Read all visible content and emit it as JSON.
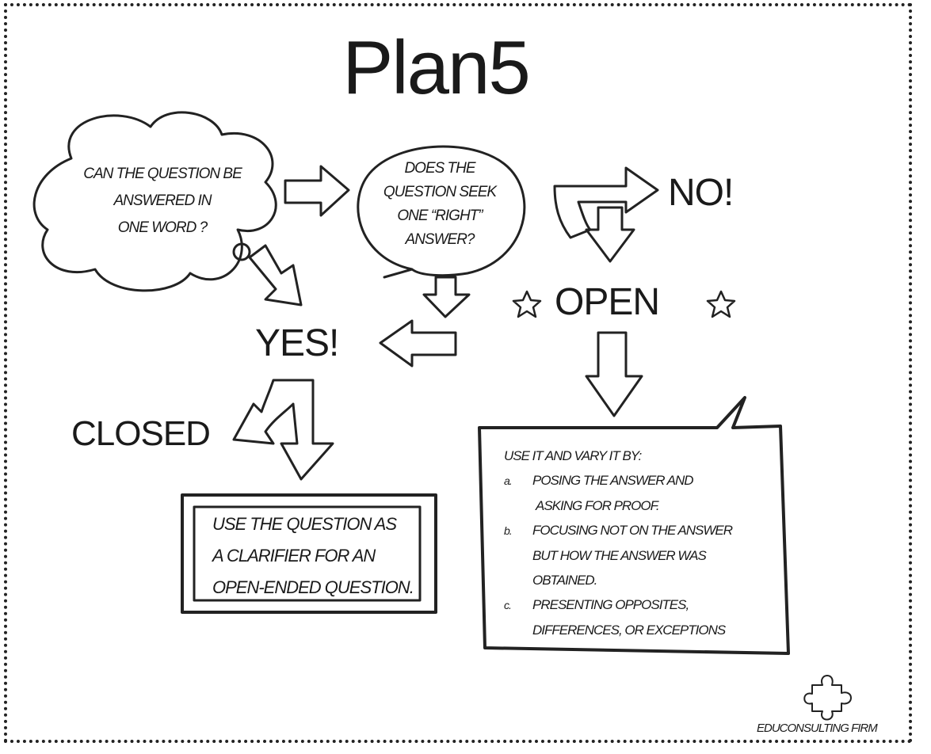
{
  "title": "Plan5",
  "cloud_question": [
    "CAN THE QUESTION BE",
    "ANSWERED IN",
    "ONE WORD ?"
  ],
  "bubble_question": [
    "DOES THE",
    "QUESTION SEEK",
    "ONE “RIGHT”",
    "ANSWER?"
  ],
  "no_label": "NO!",
  "yes_label": "YES!",
  "open_label": "OPEN",
  "closed_label": "CLOSED",
  "closed_box": [
    "USE THE QUESTION AS",
    "A CLARIFIER FOR AN",
    "OPEN-ENDED QUESTION."
  ],
  "open_box": {
    "heading": "USE IT AND VARY IT BY:",
    "items": [
      {
        "marker": "a.",
        "lines": [
          "POSING THE ANSWER AND",
          "ASKING FOR PROOF."
        ]
      },
      {
        "marker": "b.",
        "lines": [
          "FOCUSING NOT ON THE ANSWER",
          "BUT HOW THE ANSWER WAS",
          "OBTAINED."
        ]
      },
      {
        "marker": "c.",
        "lines": [
          "PRESENTING OPPOSITES,",
          "DIFFERENCES, OR EXCEPTIONS"
        ]
      }
    ]
  },
  "footer": "EDUCONSULTING FIRM"
}
